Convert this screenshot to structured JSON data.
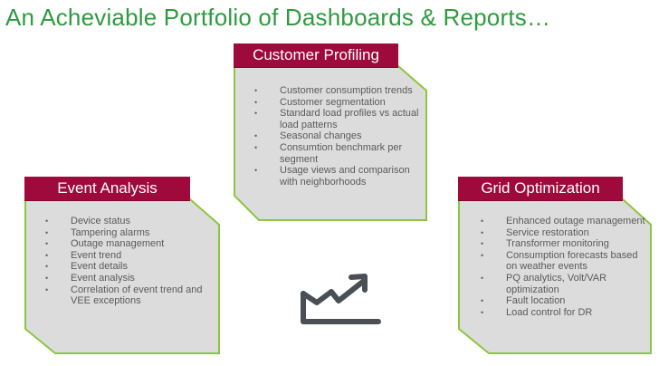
{
  "title": "An Acheviable Portfolio of Dashboards & Reports…",
  "cards": {
    "customer": {
      "heading": "Customer Profiling",
      "items": [
        "Customer consumption trends",
        "Customer segmentation",
        "Standard load profiles vs actual load patterns",
        "Seasonal changes",
        "Consumtion benchmark per segment",
        "Usage views and comparison with neighborhoods"
      ]
    },
    "event": {
      "heading": "Event Analysis",
      "items": [
        "Device status",
        "Tampering  alarms",
        "Outage management",
        "Event trend",
        "Event details",
        "Event analysis",
        "Correlation of event trend and VEE exceptions"
      ]
    },
    "grid": {
      "heading": "Grid Optimization",
      "items": [
        "Enhanced outage management",
        "Service restoration",
        "Transformer monitoring",
        "Consumption forecasts based on weather events",
        "PQ analytics, Volt/VAR optimization",
        "Fault location",
        "Load control for DR"
      ]
    }
  },
  "colors": {
    "title": "#2e9b3f",
    "header": "#9e0a3c",
    "card": "#dcdcdc",
    "border": "#8cc63f"
  },
  "icons": {
    "trend": "trending-up-chart-icon"
  }
}
